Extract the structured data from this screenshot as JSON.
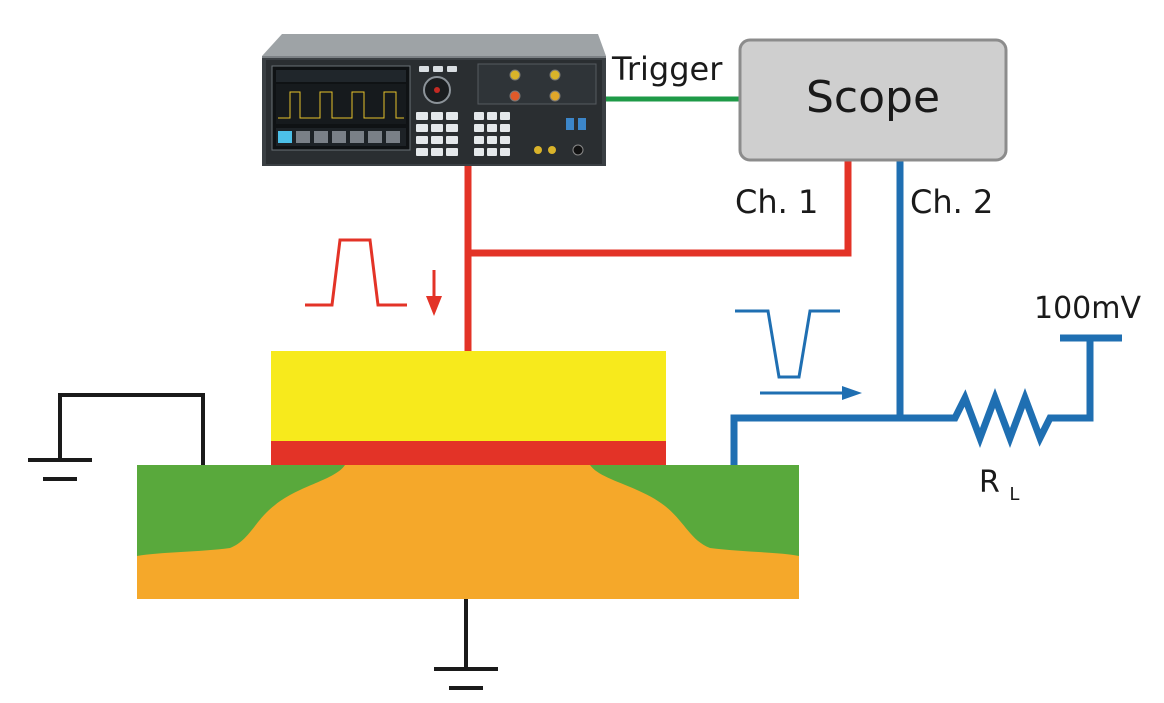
{
  "labels": {
    "trigger": "Trigger",
    "scope": "Scope",
    "ch1": "Ch. 1",
    "ch2": "Ch. 2",
    "vref": "100mV",
    "resistor_main": "R",
    "resistor_sub": "L"
  },
  "colors": {
    "pulse_red": "#e33327",
    "response_blue": "#1f6fb2",
    "trigger_green": "#1e9a47",
    "scope_fill": "#cfcfcf",
    "gate_yellow": "#f7ea1c",
    "oxide_red": "#e33327",
    "substrate_orange": "#f5a82a",
    "doped_green": "#59a93c",
    "ground_black": "#1a1a1a"
  },
  "instrument": {
    "type": "pulse-generator",
    "icon": "pulse-generator-icon"
  }
}
